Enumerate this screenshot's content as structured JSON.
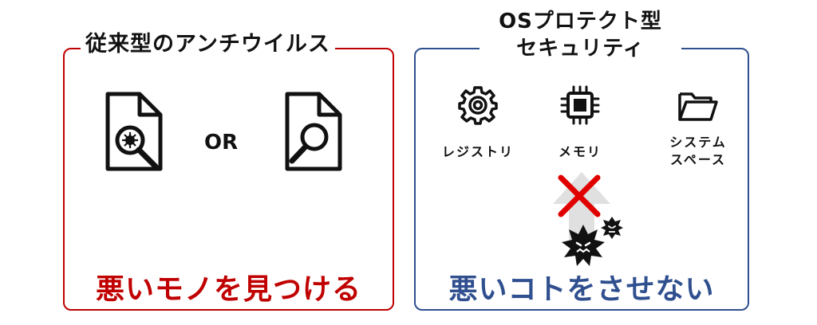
{
  "left_panel": {
    "title": "従来型のアンチウイルス",
    "or_label": "OR",
    "tagline": "悪いモノを見つける",
    "border_color": "#c00000",
    "icons": [
      "file-virus-scan-icon",
      "file-search-icon"
    ]
  },
  "right_panel": {
    "title_line1": "OSプロテクト型",
    "title_line2": "セキュリティ",
    "tagline": "悪いコトをさせない",
    "border_color": "#2f4f8f",
    "targets": [
      {
        "icon": "gear-icon",
        "label": "レジストリ"
      },
      {
        "icon": "chip-icon",
        "label": "メモリ"
      },
      {
        "icon": "folder-icon",
        "label_line1": "システム",
        "label_line2": "スペース"
      }
    ],
    "block_icon": "red-x-icon",
    "malware_icon": "virus-icon"
  }
}
